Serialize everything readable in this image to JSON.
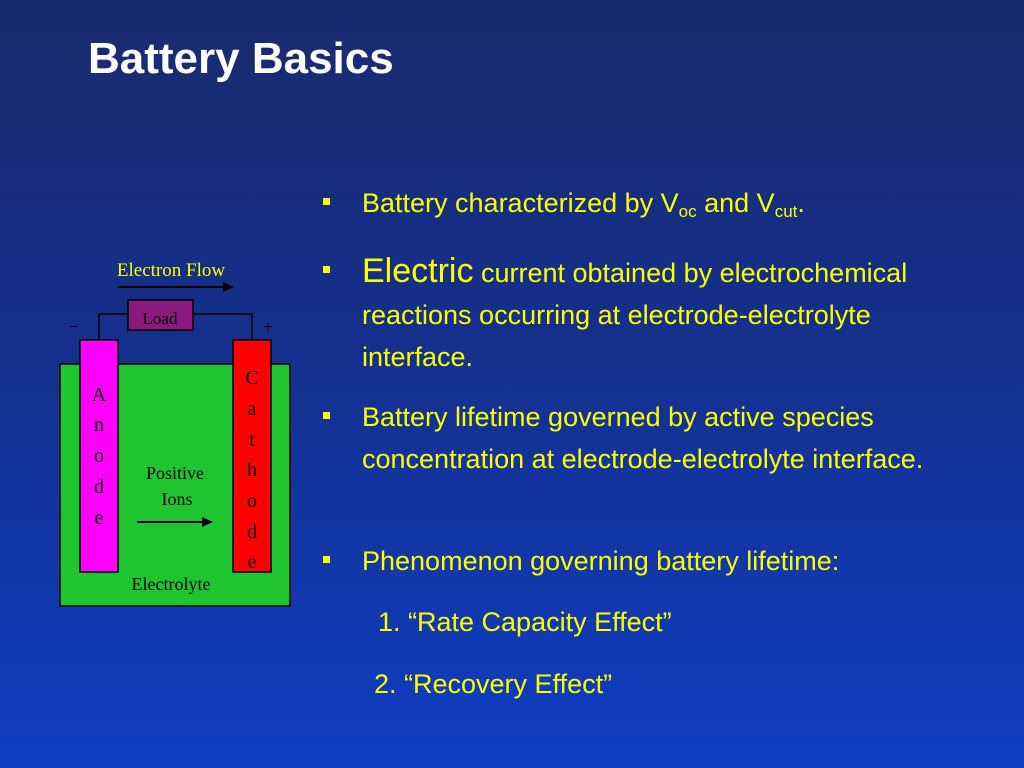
{
  "slide": {
    "title": "Battery Basics"
  },
  "diagram": {
    "electron_flow_label": "Electron Flow",
    "load_label": "Load",
    "minus_sign": "−",
    "plus_sign": "+",
    "anode_letters": [
      "A",
      "n",
      "o",
      "d",
      "e"
    ],
    "cathode_letters": [
      "C",
      "a",
      "t",
      "h",
      "o",
      "d",
      "e"
    ],
    "positive_ions_line1": "Positive",
    "positive_ions_line2": "Ions",
    "electrolyte_label": "Electrolyte",
    "colors": {
      "electrolyte": "#1fc431",
      "anode": "#ff00ff",
      "cathode": "#ff0000",
      "load": "#8b1a7e"
    }
  },
  "bullets": {
    "b1": {
      "prefix": "Battery characterized by V",
      "sub1": "oc",
      "middle": " and V",
      "sub2": "cut",
      "suffix": "."
    },
    "b2": {
      "lead": "Electric",
      "rest": " current obtained by electrochemical reactions  occurring at electrode-electrolyte interface."
    },
    "b3": "Battery lifetime governed by active species  concentration at electrode-electrolyte interface.",
    "b4": "Phenomenon governing battery lifetime:",
    "numbered": [
      "1. “Rate Capacity Effect”",
      "2. “Recovery Effect”"
    ]
  },
  "theme": {
    "title_color": "#ffffff",
    "text_color": "#ffff00",
    "bullet_icon": "square-bullet-icon"
  }
}
